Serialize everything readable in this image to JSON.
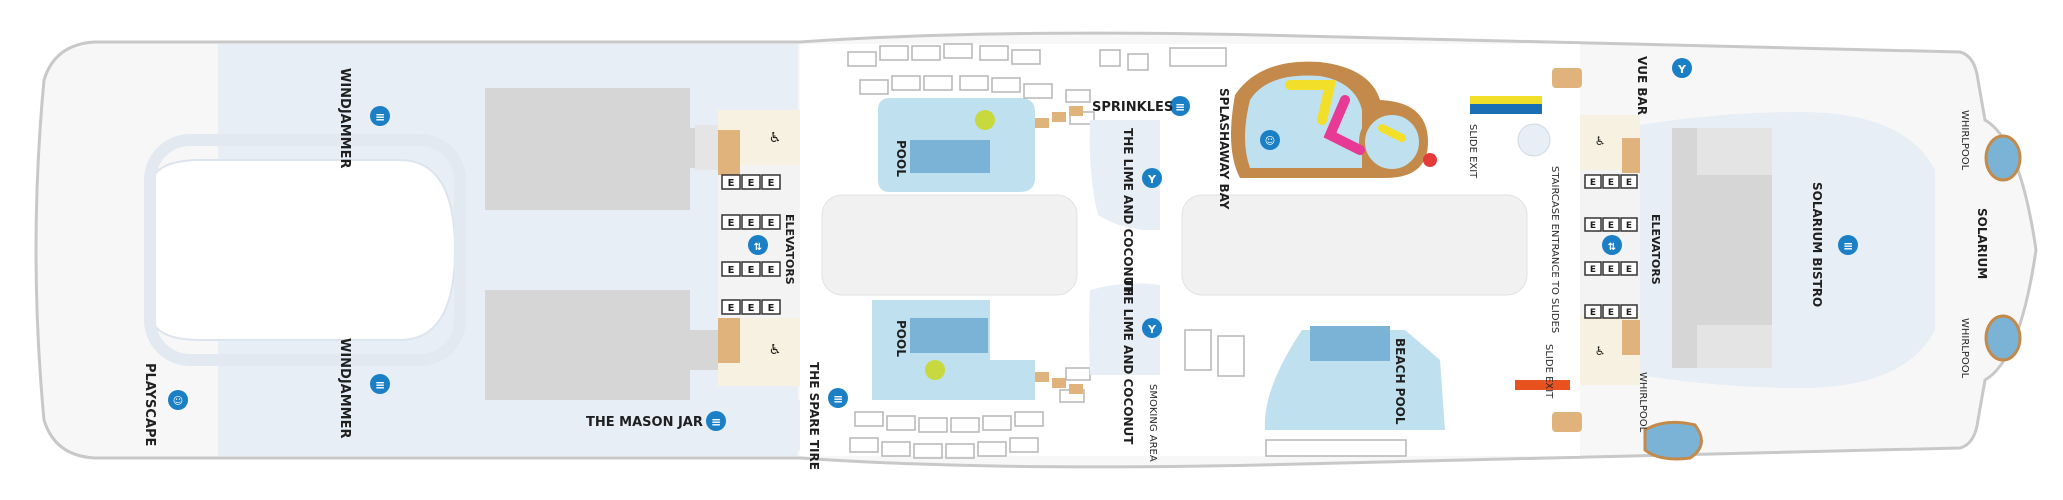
{
  "labels": {
    "windjammer_top": "WINDJAMMER",
    "windjammer_bottom": "WINDJAMMER",
    "playscape": "PLAYSCAPE",
    "mason_jar": "THE MASON JAR",
    "elevators_fwd": "ELEVATORS",
    "spare_tire": "THE SPARE TIRE",
    "pool_top": "POOL",
    "pool_bottom": "POOL",
    "sprinkles": "SPRINKLES",
    "lime_coconut_top": "THE LIME AND COCONUT",
    "lime_coconut_bottom": "THE LIME AND COCONUT",
    "smoking_area": "SMOKING AREA",
    "splashaway_bay": "SPLASHAWAY BAY",
    "beach_pool": "BEACH POOL",
    "slide_exit_top": "SLIDE EXIT",
    "slide_exit_bottom": "SLIDE EXIT",
    "staircase": "STAIRCASE ENTRANCE TO SLIDES",
    "elevators_aft": "ELEVATORS",
    "vue_bar": "VUE BAR",
    "whirlpool_top": "WHIRLPOOL",
    "whirlpool_bottom": "WHIRLPOOL",
    "whirlpool_mid": "WHIRLPOOL",
    "solarium": "SOLARIUM",
    "solarium_bistro": "SOLARIUM BISTRO"
  },
  "elevator_glyph": "E",
  "icons": {
    "dining": "dining-icon",
    "bar": "cocktail-icon",
    "play": "playground-icon",
    "restroom": "restroom-icon",
    "accessible": "accessible-icon",
    "elevator": "elevator-icon"
  },
  "colors": {
    "hull_stroke": "#c8c8c8",
    "floor": "#f7f7f7",
    "interior": "#e8eef6",
    "gray_block": "#d6d6d6",
    "pool_water": "#bfe0ef",
    "pool_deep": "#7ab3d6",
    "wood": "#e0b27c",
    "icon_blue": "#1a7fc4"
  }
}
